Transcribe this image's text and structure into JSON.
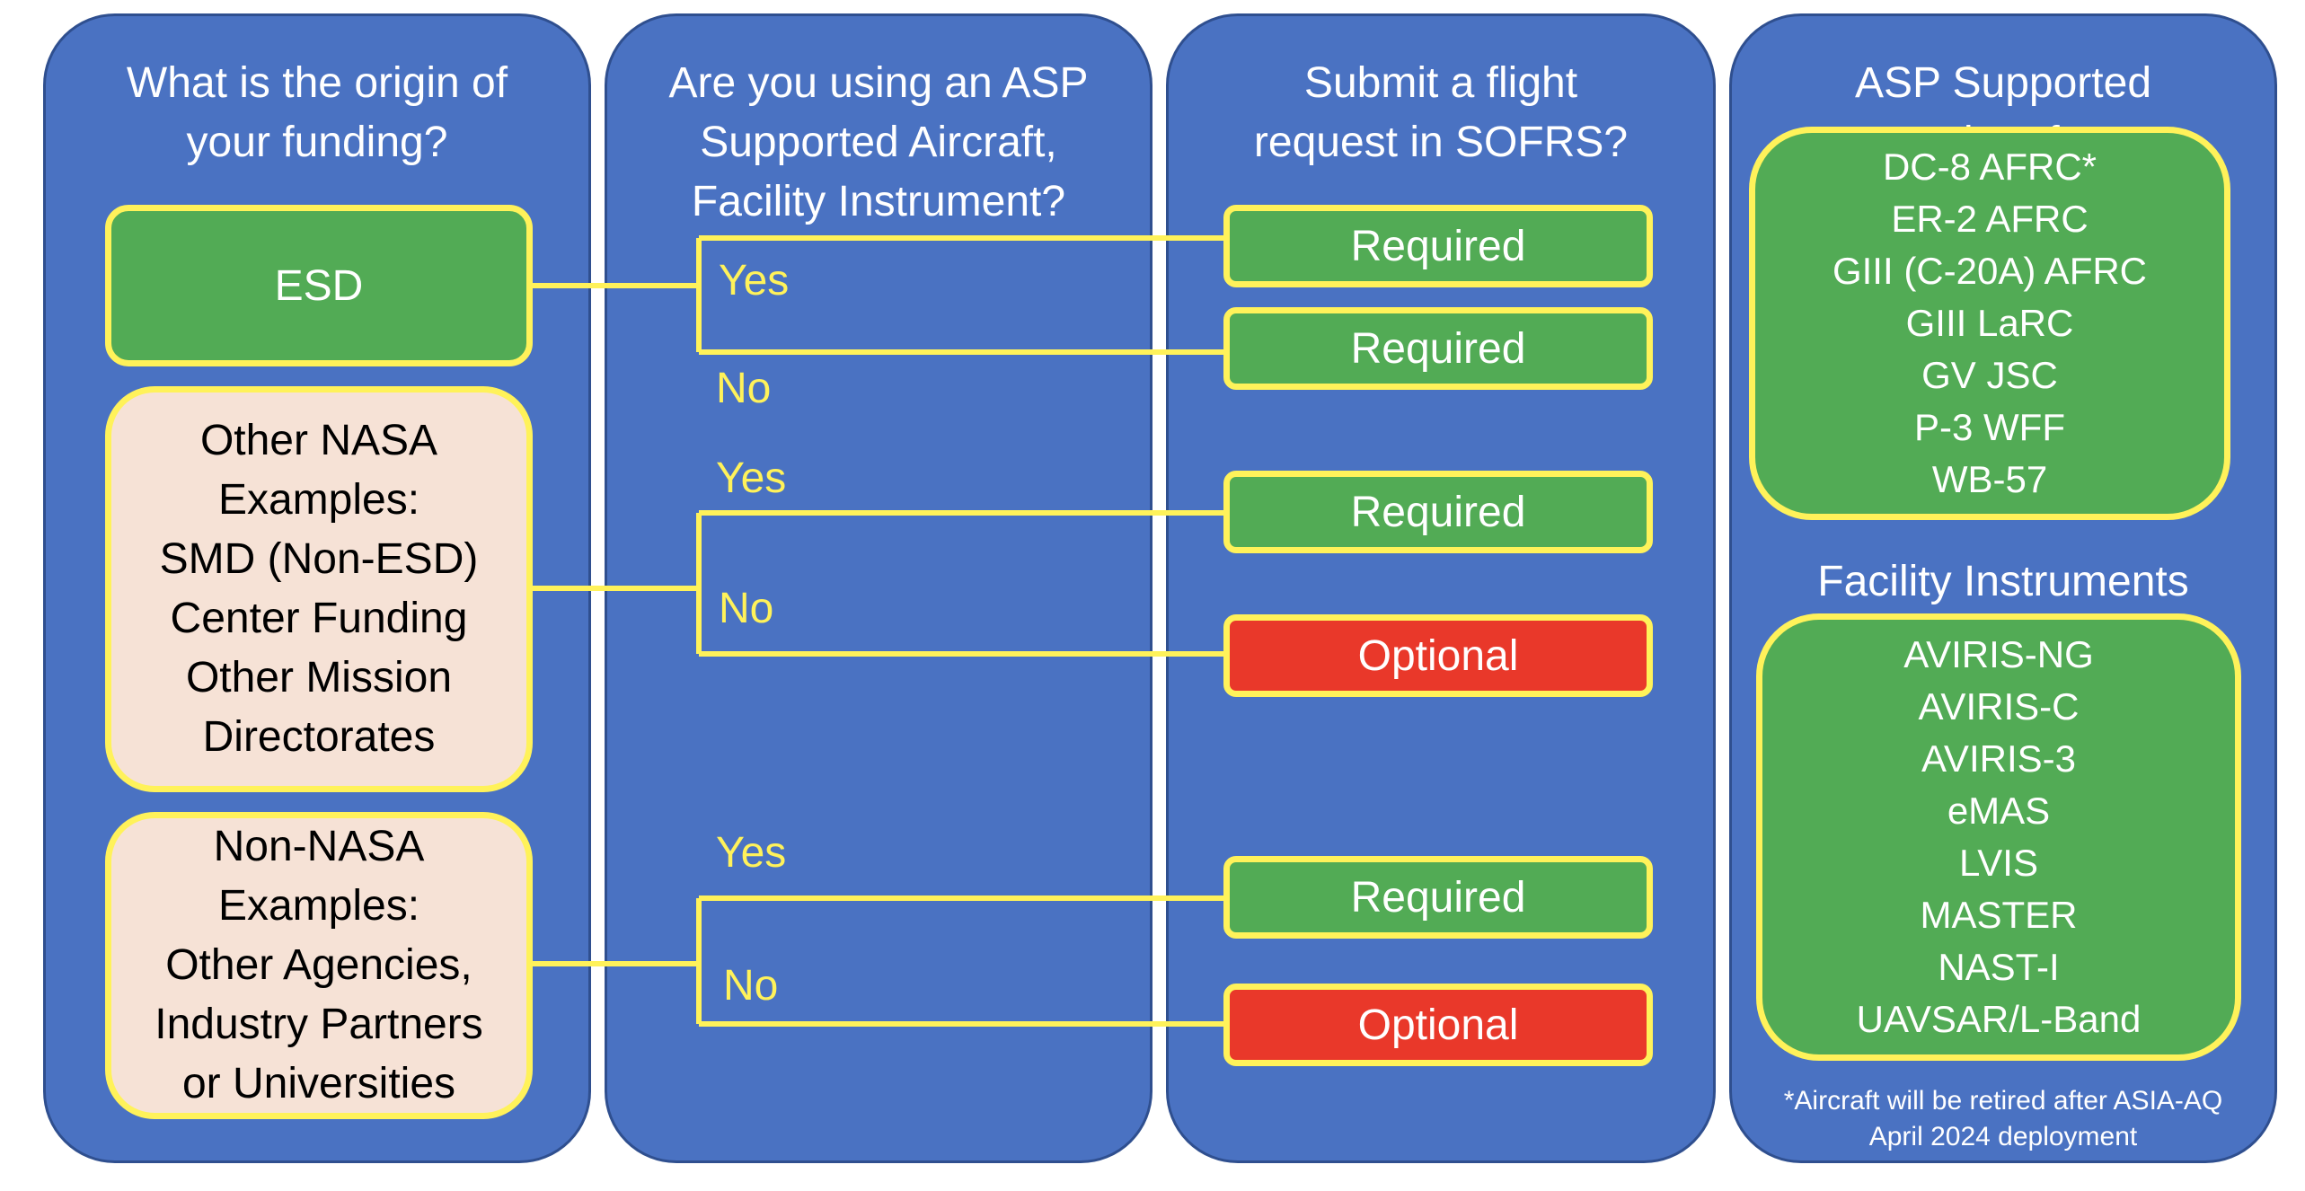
{
  "columns": {
    "origin": {
      "title": "What is the origin of\nyour funding?"
    },
    "asp": {
      "title": "Are you using an ASP\nSupported Aircraft,\nFacility Instrument?"
    },
    "sofrs": {
      "title": "Submit a flight\nrequest in SOFRS?"
    },
    "supported": {
      "title": "ASP Supported\nAircraft"
    }
  },
  "funding": {
    "esd": "ESD",
    "other_nasa": "Other NASA\nExamples:\nSMD (Non-ESD)\nCenter Funding\nOther Mission\nDirectorates",
    "non_nasa": "Non-NASA\nExamples:\nOther Agencies,\nIndustry Partners\nor Universities"
  },
  "answers": {
    "yes": "Yes",
    "no": "No"
  },
  "results": [
    {
      "label": "Required",
      "status": "required"
    },
    {
      "label": "Required",
      "status": "required"
    },
    {
      "label": "Required",
      "status": "required"
    },
    {
      "label": "Optional",
      "status": "optional"
    },
    {
      "label": "Required",
      "status": "required"
    },
    {
      "label": "Optional",
      "status": "optional"
    }
  ],
  "aircraft": [
    "DC-8 AFRC*",
    "ER-2 AFRC",
    "GIII (C-20A) AFRC",
    "GIII LaRC",
    "GV JSC",
    "P-3 WFF",
    "WB-57"
  ],
  "facility_instruments_title": "Facility Instruments",
  "facility_instruments": [
    "AVIRIS-NG",
    "AVIRIS-C",
    "AVIRIS-3",
    "eMAS",
    "LVIS",
    "MASTER",
    "NAST-I",
    "UAVSAR/L-Band"
  ],
  "footnote": "*Aircraft will be retired after ASIA-AQ\nApril 2024 deployment",
  "colors": {
    "column_bg": "#4a72c2",
    "green": "#52ab55",
    "red": "#e9382a",
    "peach": "#f6e2d6",
    "yellow": "#fff25a"
  }
}
